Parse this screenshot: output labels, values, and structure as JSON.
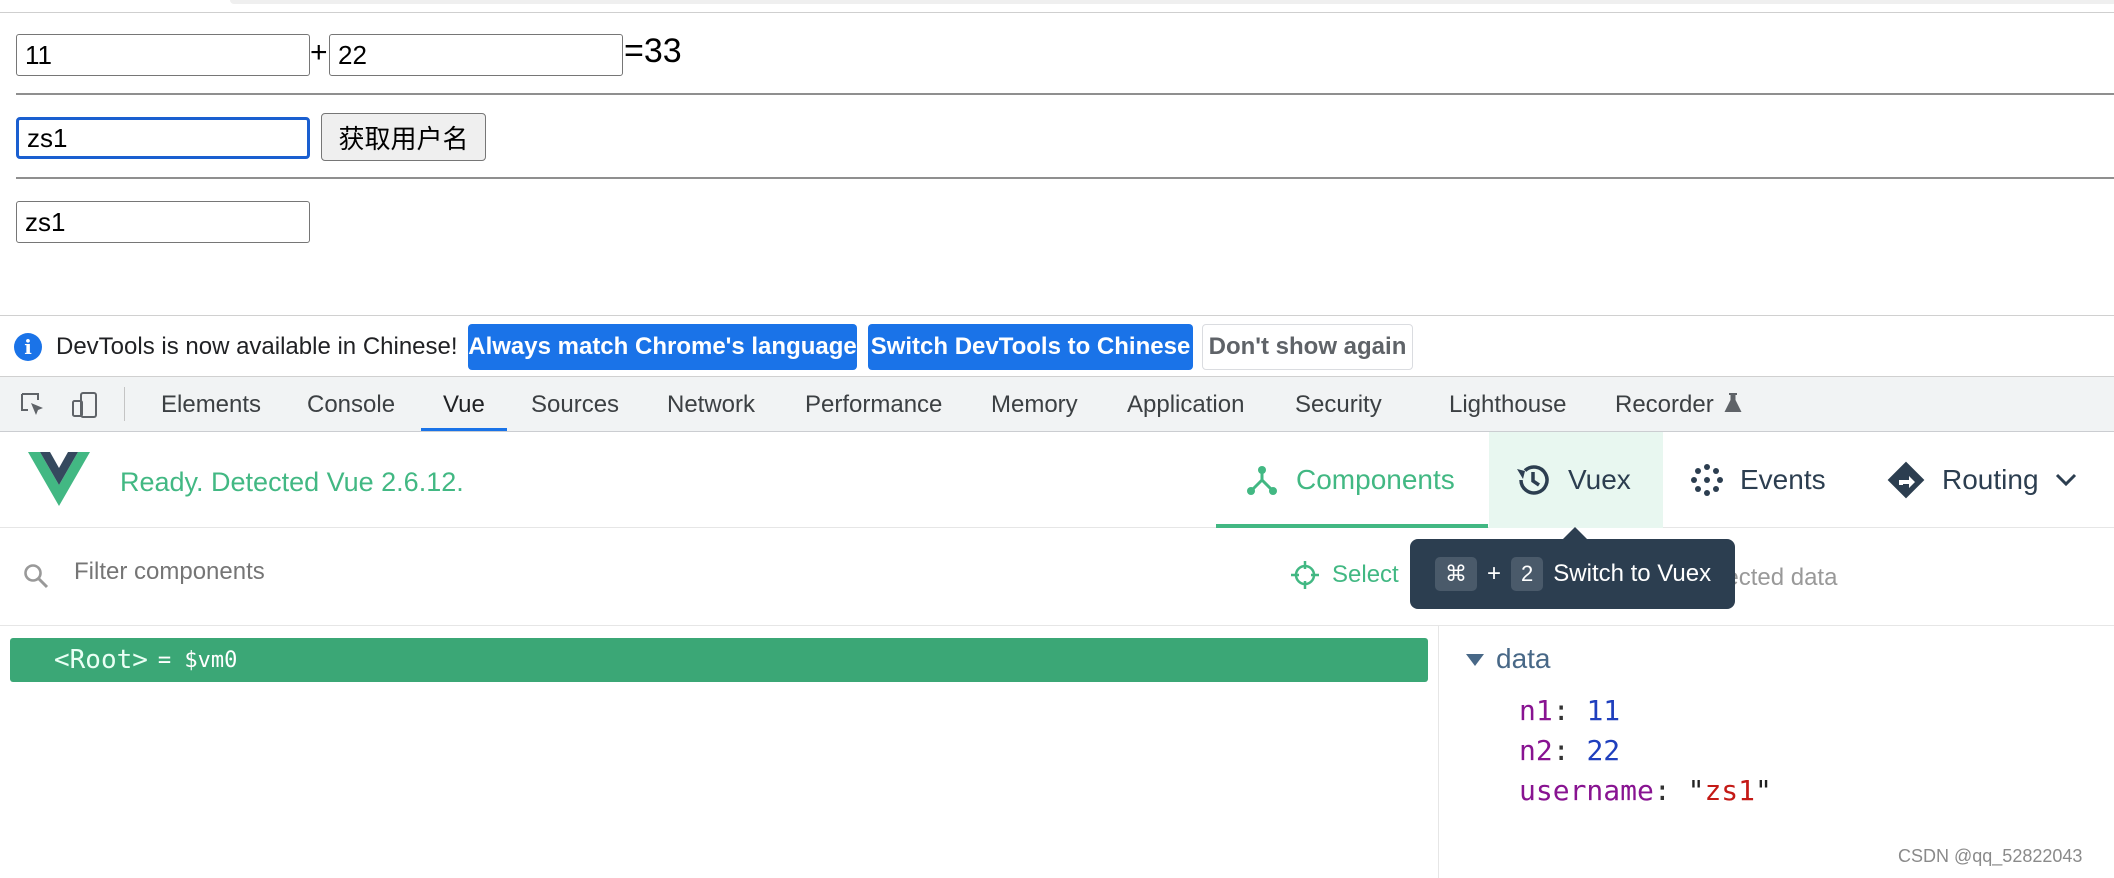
{
  "app": {
    "calc": {
      "n1_value": "11",
      "plus": "+",
      "n2_value": "22",
      "result_text": "=33"
    },
    "username_input_value": "zs1",
    "get_username_button": "获取用户名",
    "username_display_value": "zs1"
  },
  "infobar": {
    "message": "DevTools is now available in Chinese!",
    "buttons": [
      "Always match Chrome's language",
      "Switch DevTools to Chinese",
      "Don't show again"
    ]
  },
  "devtools": {
    "tabs": [
      "Elements",
      "Console",
      "Vue",
      "Sources",
      "Network",
      "Performance",
      "Memory",
      "Application",
      "Security",
      "Lighthouse",
      "Recorder"
    ],
    "active_tab": "Vue"
  },
  "vue": {
    "status": "Ready. Detected Vue 2.6.12.",
    "nav": {
      "components": "Components",
      "vuex": "Vuex",
      "events": "Events",
      "routing": "Routing"
    },
    "filter_placeholder": "Filter components",
    "select_label": "Select",
    "inspected_filter_text": "spected data",
    "tree_root": {
      "tag": "<Root>",
      "alias": "= $vm0"
    },
    "inspector": {
      "section": "data",
      "props": {
        "n1_key": "n1",
        "n1_value": "11",
        "n2_key": "n2",
        "n2_value": "22",
        "username_key": "username",
        "username_value": "zs1"
      }
    },
    "tooltip": {
      "key1": "⌘",
      "plus": "+",
      "key2": "2",
      "text": "Switch to Vuex"
    }
  },
  "colors": {
    "vue_green": "#42b883",
    "chrome_blue": "#1a73e8",
    "tooltip_bg": "#2c3e50"
  },
  "watermark": "CSDN @qq_52822043"
}
